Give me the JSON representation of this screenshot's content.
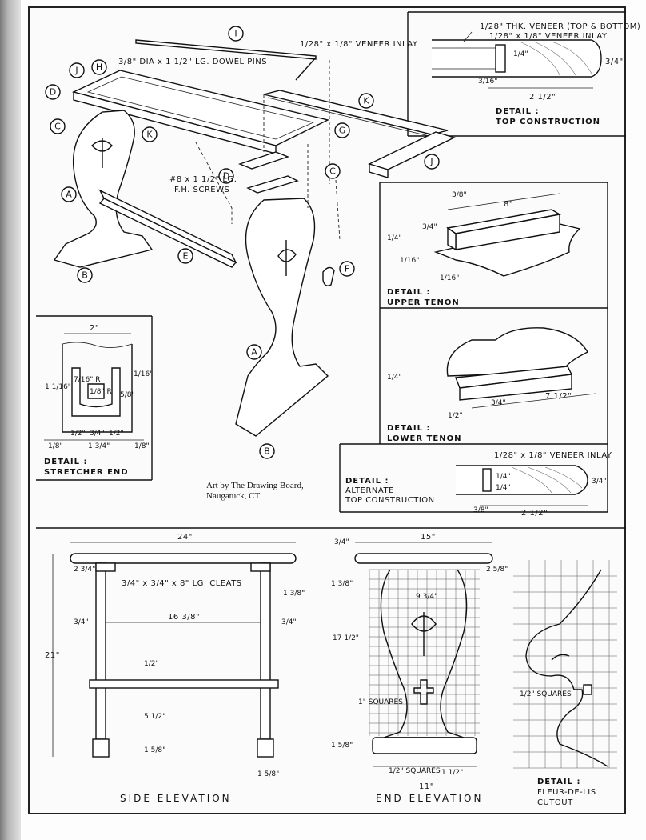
{
  "parts": [
    "A",
    "B",
    "C",
    "D",
    "E",
    "F",
    "G",
    "H",
    "I",
    "J",
    "K"
  ],
  "callouts": {
    "veneer_inlay": "1/28\" x 1/8\" VENEER INLAY",
    "dowel_pins": "3/8\" DIA x 1 1/2\" LG. DOWEL PINS",
    "screws_line1": "#8 x 1 1/2\" LG.",
    "screws_line2": "F.H. SCREWS"
  },
  "credit_line1": "Art by The Drawing Board,",
  "credit_line2": "Naugatuck, CT",
  "details": {
    "top_construction": {
      "label1": "DETAIL :",
      "label2": "TOP CONSTRUCTION",
      "dim_veneer": "1/28\" THK. VENEER (TOP & BOTTOM)",
      "dim_inlay": "1/28\" x 1/8\" VENEER INLAY",
      "dim_width": "2 1/2\"",
      "dim_thk": "3/4\"",
      "dim_small": "3/16\"",
      "dim_small2": "1/4\""
    },
    "upper_tenon": {
      "label1": "DETAIL :",
      "label2": "UPPER TENON",
      "dim_len": "8\"",
      "dim_a": "3/8\"",
      "dim_b": "3/4\"",
      "dim_c": "1/4\"",
      "dim_d": "1/16\"",
      "dim_e": "1/16\""
    },
    "lower_tenon": {
      "label1": "DETAIL :",
      "label2": "LOWER TENON",
      "dim_len": "7 1/2\"",
      "dim_a": "1/4\"",
      "dim_b": "3/4\"",
      "dim_c": "1/2\""
    },
    "alternate_top": {
      "label1": "DETAIL :",
      "label2": "ALTERNATE",
      "label3": "TOP CONSTRUCTION",
      "dim_inlay": "1/28\" x 1/8\" VENEER INLAY",
      "dim_width": "2 1/2\"",
      "dim_thk": "3/4\"",
      "dim_a": "3/8\"",
      "dim_b": "1/4\"",
      "dim_c": "1/4\""
    },
    "stretcher_end": {
      "label1": "DETAIL :",
      "label2": "STRETCHER END",
      "dim_width": "2\"",
      "dim_height": "1 1/16\"",
      "dim_r": "7/16\" R",
      "dim_r2": "1/8\" R",
      "dim_a": "1/2\"",
      "dim_b": "3/4\"",
      "dim_c": "1/2\"",
      "dim_d": "1/8\"",
      "dim_e": "1 3/4\"",
      "dim_f": "1/8\"",
      "dim_g": "5/8\"",
      "dim_h": "1/16\""
    },
    "fleur_de_lis": {
      "label1": "DETAIL :",
      "label2": "FLEUR-DE-LIS",
      "label3": "CUTOUT",
      "grid": "1/2\" SQUARES"
    }
  },
  "side_elevation": {
    "title": "SIDE ELEVATION",
    "dim_top": "24\"",
    "dim_height": "21\"",
    "dim_inner": "16 3/8\"",
    "dim_left_off": "2 3/4\"",
    "dim_left_3_4": "3/4\"",
    "dim_right_3_4": "3/4\"",
    "dim_right_13_8": "1 3/8\"",
    "cleats": "3/4\" x 3/4\" x 8\" LG. CLEATS",
    "dim_half": "1/2\"",
    "dim_5_half": "5 1/2\"",
    "dim_15_8": "1 5/8\"",
    "dim_foot": "1 5/8\""
  },
  "end_elevation": {
    "title": "END ELEVATION",
    "dim_top": "15\"",
    "dim_3_4": "3/4\"",
    "dim_13_8": "1 3/8\"",
    "dim_25_8": "2 5/8\"",
    "dim_93_4": "9 3/4\"",
    "dim_17_half": "17 1/2\"",
    "dim_1sq": "1\" SQUARES",
    "dim_15_8": "1 5/8\"",
    "dim_half_sq": "1/2\" SQUARES",
    "dim_1_half": "1 1/2\"",
    "dim_11": "11\""
  }
}
